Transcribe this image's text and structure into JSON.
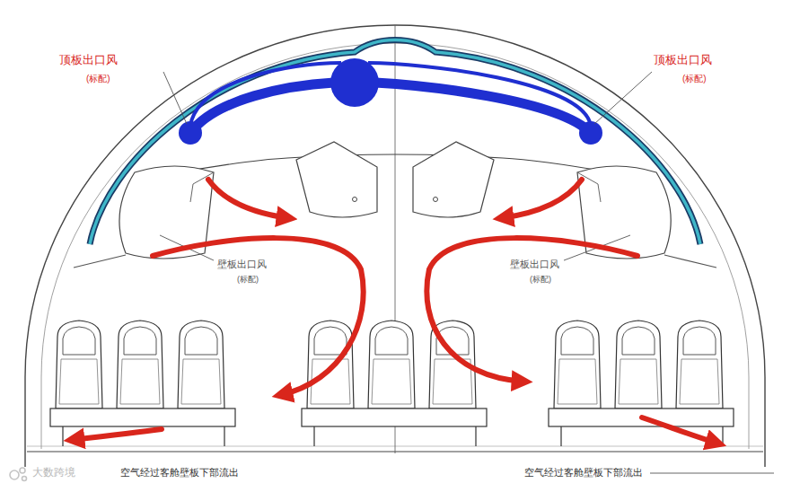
{
  "diagram": {
    "labels": [
      "顶板出口风",
      "(标配)",
      "顶板出口风",
      "(标配)",
      "壁板出口风",
      "(标配)",
      "壁板出口风",
      "(标配)",
      "大数跨境",
      "空气经过客舱壁板下部流出",
      "空气经过客舱壁板下部流出"
    ]
  }
}
